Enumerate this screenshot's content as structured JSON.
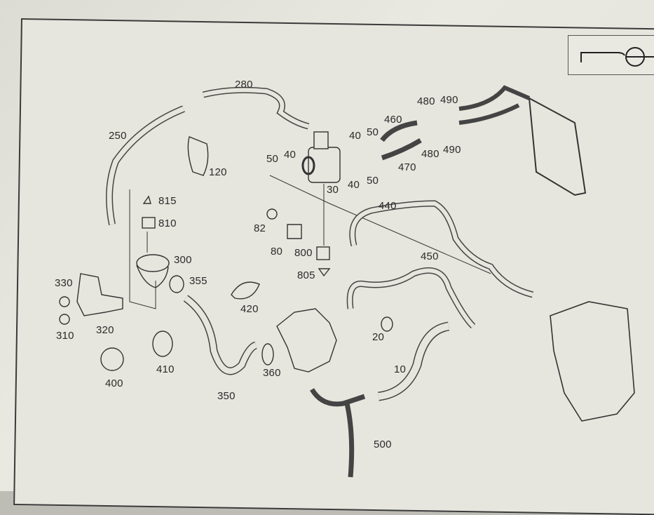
{
  "diagram": {
    "corner_icon": "hose-valve-symbol-icon",
    "part_labels": {
      "p280": "280",
      "p250": "250",
      "p120": "120",
      "p50a": "50",
      "p40a": "40",
      "p30": "30",
      "p40b": "40",
      "p50b": "50",
      "p40c": "40",
      "p50c": "50",
      "p460": "460",
      "p480a": "480",
      "p490a": "490",
      "p480b": "480",
      "p490b": "490",
      "p470": "470",
      "p815": "815",
      "p810": "810",
      "p300": "300",
      "p82": "82",
      "p80": "80",
      "p800": "800",
      "p805": "805",
      "p440": "440",
      "p450": "450",
      "p330": "330",
      "p355": "355",
      "p420": "420",
      "p310": "310",
      "p320": "320",
      "p20": "20",
      "p10": "10",
      "p400": "400",
      "p410": "410",
      "p360": "360",
      "p350": "350",
      "p500": "500"
    }
  }
}
